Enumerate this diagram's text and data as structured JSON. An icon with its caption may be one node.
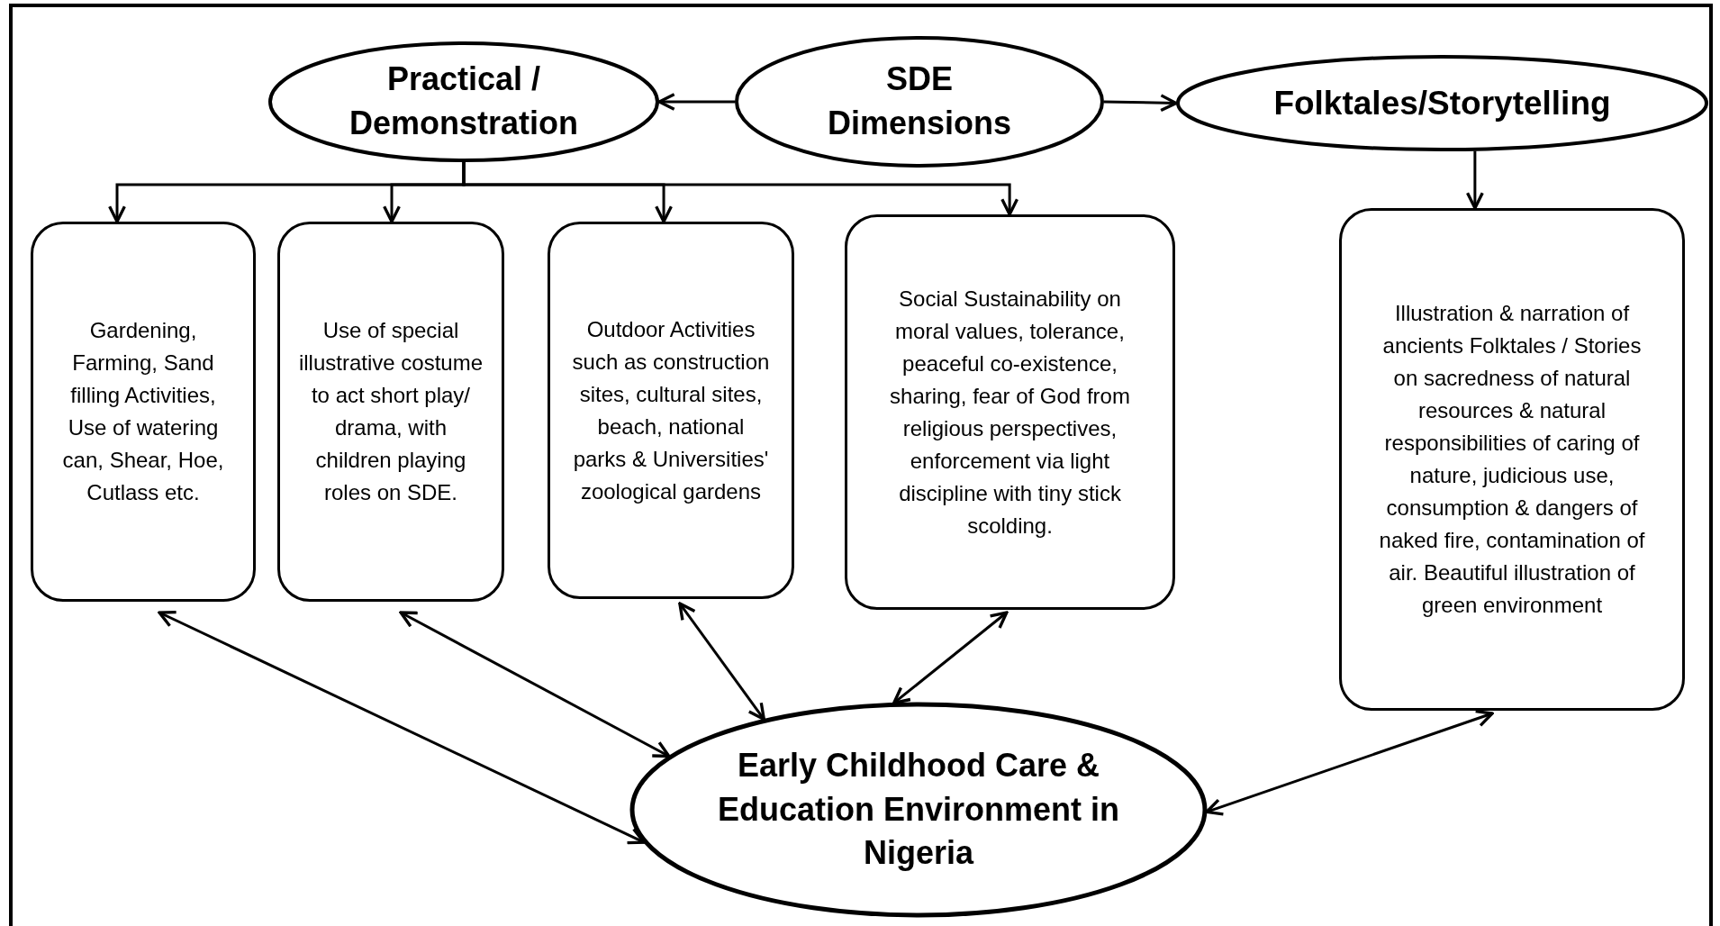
{
  "diagram": {
    "nodes": [
      {
        "text": [
          "Practical / Demonstration"
        ]
      },
      {
        "text": [
          "SDE Dimensions"
        ]
      },
      {
        "text": [
          "Folktales/Storytelling"
        ]
      },
      {
        "text": [
          "Gardening, Farming, Sand filling Activities, Use of watering can, Shear, Hoe, Cutlass etc."
        ]
      },
      {
        "text": [
          "Use of special illustrative costume to act short play/ drama, with children playing roles on SDE."
        ]
      },
      {
        "text": [
          "Outdoor Activities such as construction sites, cultural sites, beach, national parks & Universities' zoological gardens"
        ]
      },
      {
        "text": [
          "Social Sustainability on moral values, tolerance, peaceful co-existence, sharing, fear of God from religious perspectives, enforcement via light discipline with tiny stick scolding."
        ]
      },
      {
        "text": [
          "Illustration & narration of ancients Folktales / Stories on sacredness of natural resources & natural responsibilities of caring of nature, judicious use, consumption & dangers of naked fire, contamination of air. Beautiful illustration of green environment"
        ]
      },
      {
        "text": [
          "Early Childhood Care & Education Environment in Nigeria"
        ]
      }
    ],
    "edges": [
      {
        "from": 1,
        "to": 0,
        "arrow": "to"
      },
      {
        "from": 1,
        "to": 2,
        "arrow": "to"
      },
      {
        "from": 0,
        "to": 3,
        "arrow": "to"
      },
      {
        "from": 0,
        "to": 4,
        "arrow": "to"
      },
      {
        "from": 0,
        "to": 5,
        "arrow": "to"
      },
      {
        "from": 0,
        "to": 6,
        "arrow": "to"
      },
      {
        "from": 2,
        "to": 7,
        "arrow": "to"
      },
      {
        "from": 3,
        "to": 8,
        "arrow": "both"
      },
      {
        "from": 4,
        "to": 8,
        "arrow": "both"
      },
      {
        "from": 5,
        "to": 8,
        "arrow": "both"
      },
      {
        "from": 6,
        "to": 8,
        "arrow": "both"
      },
      {
        "from": 7,
        "to": 8,
        "arrow": "both"
      }
    ]
  }
}
